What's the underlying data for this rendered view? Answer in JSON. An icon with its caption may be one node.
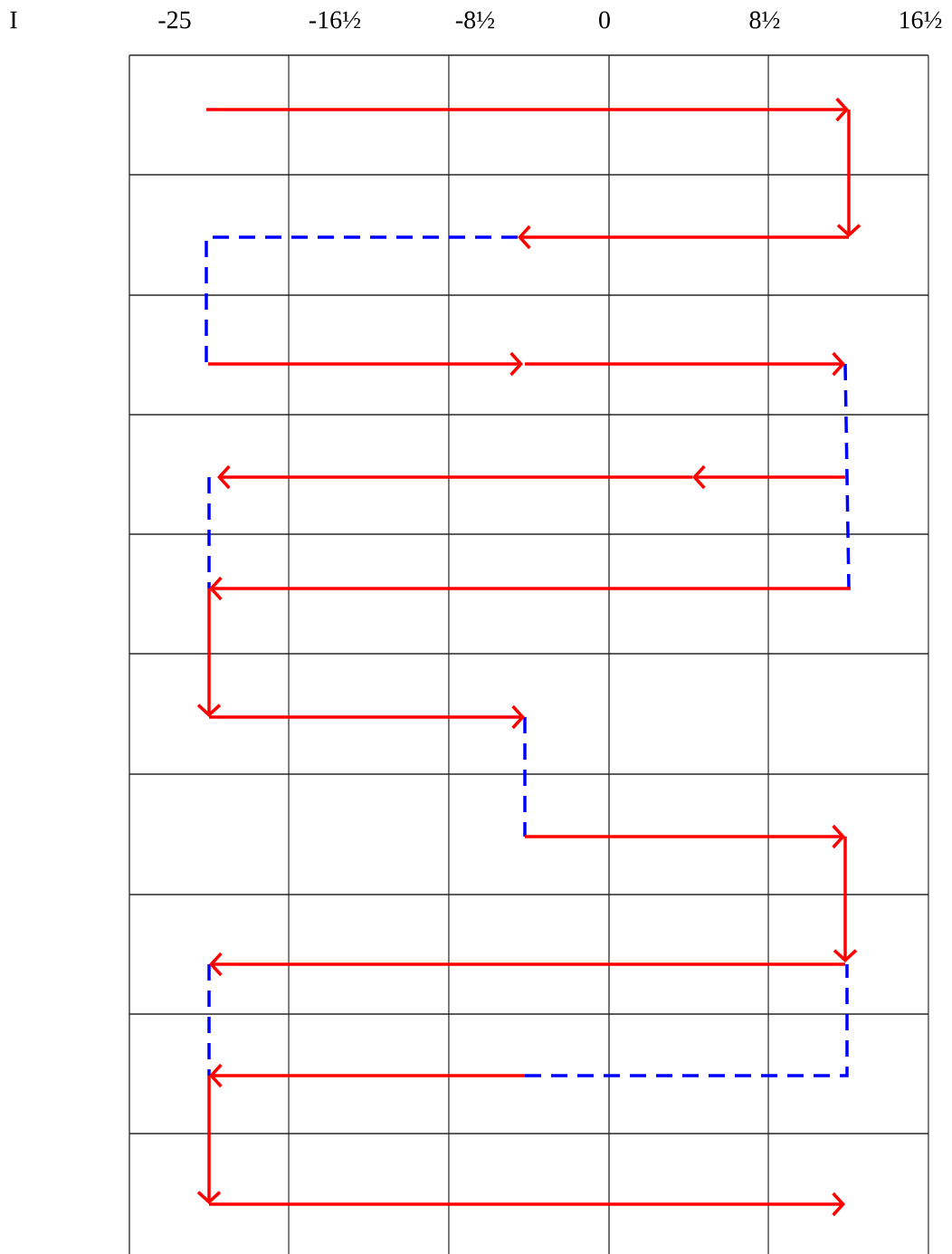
{
  "diagram": {
    "labels": [
      "I",
      "-25",
      "-16½",
      "-8½",
      "0",
      "8½",
      "16½"
    ]
  }
}
